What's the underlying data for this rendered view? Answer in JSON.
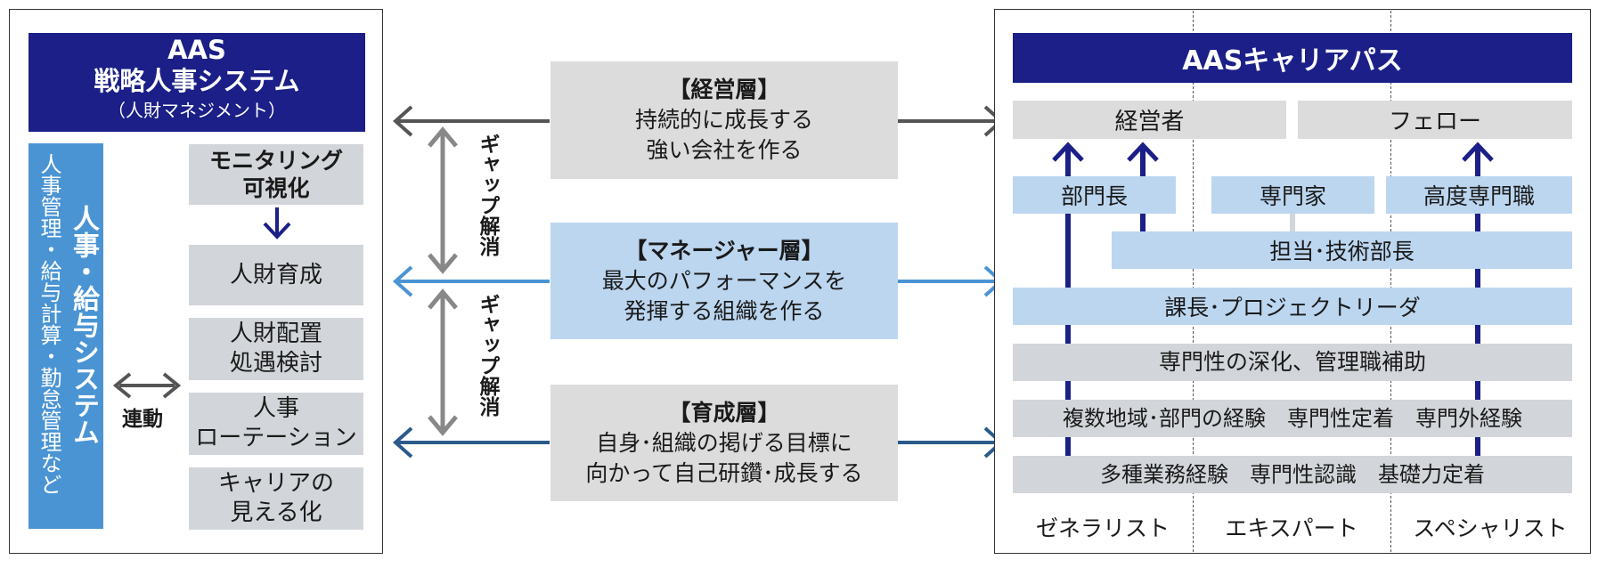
{
  "left": {
    "header_title": "AAS",
    "header_sub": "戦略人事システム",
    "header_note": "（人財マネジメント）",
    "hr_system_title": "人事・給与システム",
    "hr_system_desc": "人事管理・給与計算・勤怠管理など",
    "link_label": "連動",
    "modules": [
      "モニタリング\n可視化",
      "人財育成",
      "人財配置\n処遇検討",
      "人事\nローテーション",
      "キャリアの\n見える化"
    ]
  },
  "middle": {
    "gap_label": "ギャップ解消",
    "layers": [
      {
        "title": "【経営層】",
        "line1": "持続的に成長する",
        "line2": "強い会社を作る"
      },
      {
        "title": "【マネージャー層】",
        "line1": "最大のパフォーマンスを",
        "line2": "発揮する組織を作る"
      },
      {
        "title": "【育成層】",
        "line1": "自身･組織の掲げる目標に",
        "line2": "向かって自己研鑽･成長する"
      }
    ]
  },
  "right": {
    "header_title": "AASキャリアパス",
    "top": [
      "経営者",
      "フェロー"
    ],
    "mid": [
      "部門長",
      "専門家",
      "高度専門職"
    ],
    "bars": [
      "担当･技術部長",
      "課長･プロジェクトリーダ",
      "専門性の深化、管理職補助",
      "複数地域･部門の経験　専門性定着　専門外経験",
      "多種業務経験　専門性認識　基礎力定着"
    ],
    "tracks": [
      "ゼネラリスト",
      "エキスパート",
      "スペシャリスト"
    ]
  },
  "colors": {
    "navy": "#1b1f87",
    "hr_blue": "#4a94d4",
    "light_blue": "#bcd6f0",
    "gray": "#d2d6da",
    "arrow_dark": "#555555",
    "arrow_blue": "#4a94d4",
    "arrow_navy": "#2a5a8a"
  }
}
